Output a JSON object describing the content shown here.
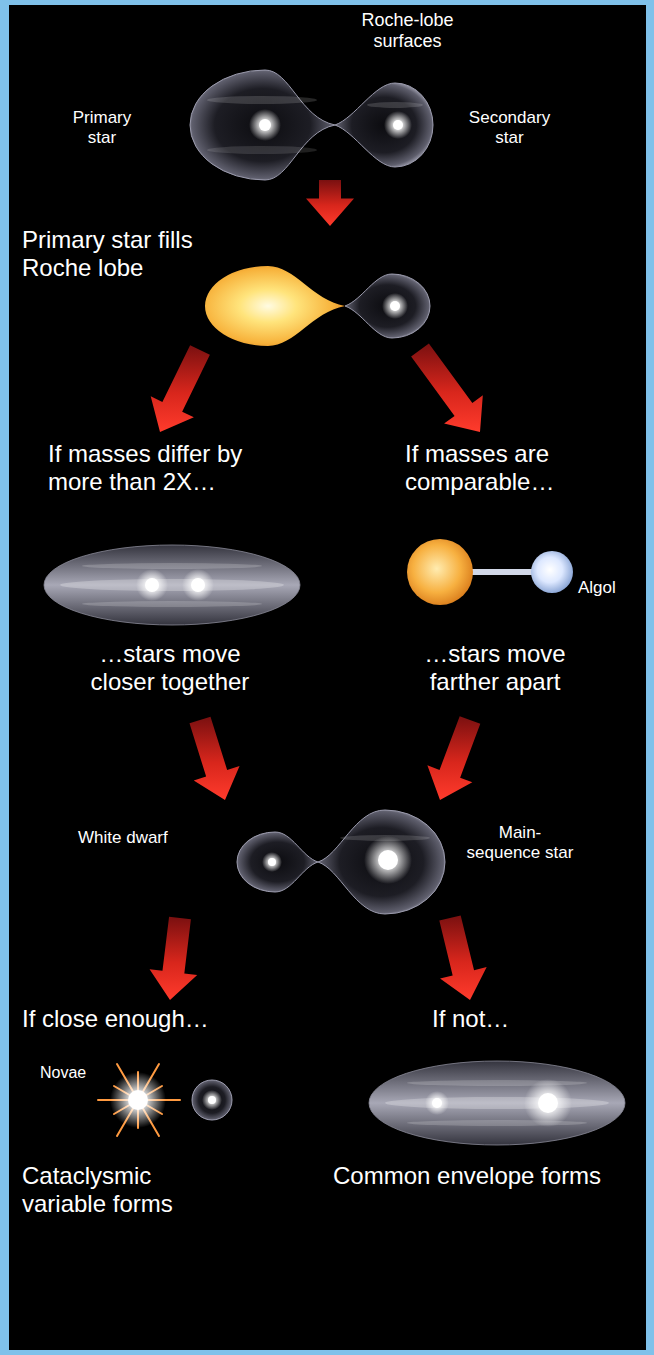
{
  "diagram": {
    "nodes": [
      {
        "text": [
          "Roche-lobe surfaces",
          "Primary star",
          "Secondary star"
        ]
      },
      {
        "text": [
          "Primary star fills Roche lobe"
        ]
      },
      {
        "text": [
          "If masses differ by more than 2X…",
          "…stars move closer together"
        ]
      },
      {
        "text": [
          "If masses are comparable…",
          "Algol",
          "…stars move farther apart"
        ]
      },
      {
        "text": [
          "White dwarf",
          "Main-sequence star"
        ]
      },
      {
        "text": [
          "If close enough…",
          "Novae",
          "Cataclysmic variable forms"
        ]
      },
      {
        "text": [
          "If not…",
          "Common envelope forms"
        ]
      }
    ],
    "edges": [
      {
        "from": 0,
        "to": 1,
        "arrow": "to"
      },
      {
        "from": 1,
        "to": 2,
        "arrow": "to"
      },
      {
        "from": 1,
        "to": 3,
        "arrow": "to"
      },
      {
        "from": 2,
        "to": 4,
        "arrow": "to"
      },
      {
        "from": 3,
        "to": 4,
        "arrow": "to"
      },
      {
        "from": 4,
        "to": 5,
        "arrow": "to"
      },
      {
        "from": 4,
        "to": 6,
        "arrow": "to"
      }
    ]
  }
}
